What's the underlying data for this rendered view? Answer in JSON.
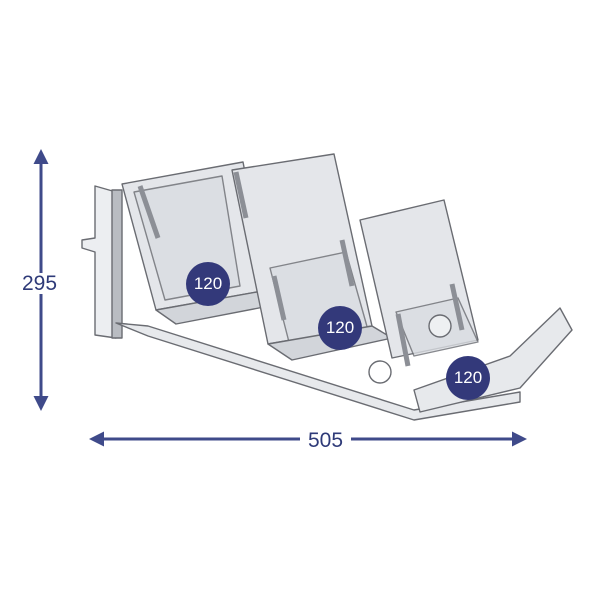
{
  "dimensions": {
    "height_label": "295",
    "width_label": "505",
    "pocket_labels": [
      "120",
      "120",
      "120"
    ]
  },
  "colors": {
    "dimension": "#3f4a8a",
    "badge_fill": "#33397a",
    "badge_text": "#ffffff",
    "acrylic_fill": "#e4e6ea",
    "outline": "#6a6c72"
  }
}
